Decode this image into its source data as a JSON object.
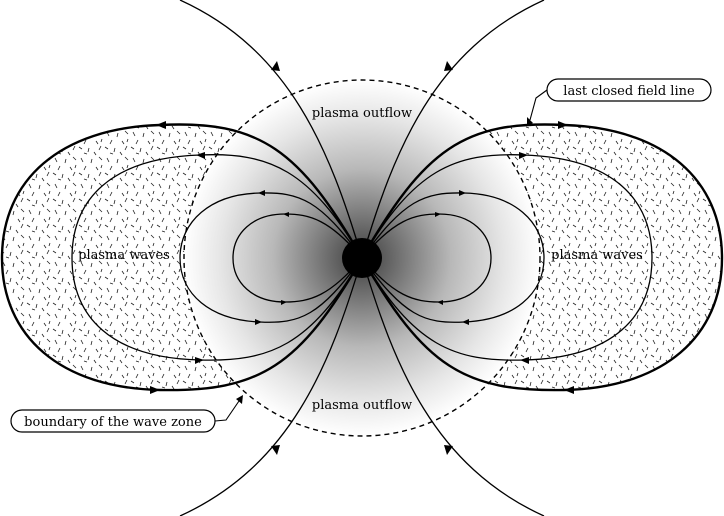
{
  "labels": {
    "outflow_top": "plasma outflow",
    "outflow_bottom": "plasma outflow",
    "waves_left": "plasma waves",
    "waves_right": "plasma waves",
    "last_closed": "last closed field line",
    "wave_boundary": "boundary of the wave zone"
  },
  "colors": {
    "ink": "#000000",
    "glow_center": "#4a4a4a",
    "background": "#ffffff"
  }
}
